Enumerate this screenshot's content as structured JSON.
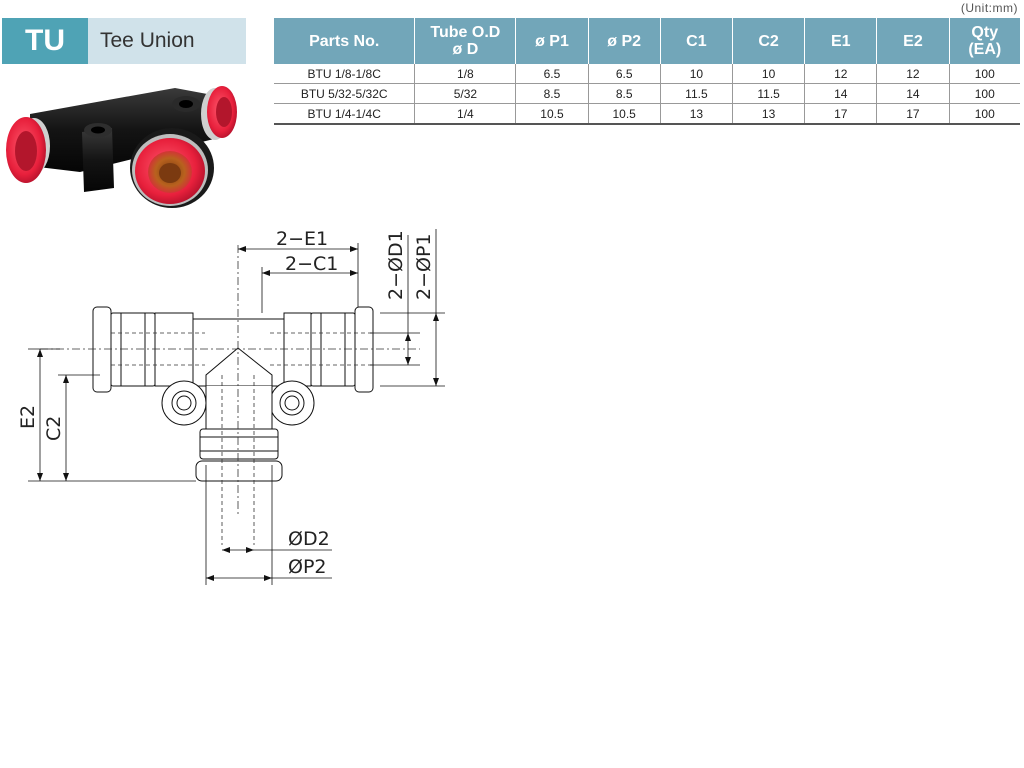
{
  "product": {
    "code": "TU",
    "name": "Tee Union"
  },
  "unit_note": "(Unit:mm)",
  "table": {
    "headers": [
      {
        "line1": "Parts No.",
        "line2": ""
      },
      {
        "line1": "Tube O.D",
        "line2": "ø D"
      },
      {
        "line1": "ø P1",
        "line2": ""
      },
      {
        "line1": "ø P2",
        "line2": ""
      },
      {
        "line1": "C1",
        "line2": ""
      },
      {
        "line1": "C2",
        "line2": ""
      },
      {
        "line1": "E1",
        "line2": ""
      },
      {
        "line1": "E2",
        "line2": ""
      },
      {
        "line1": "Qty",
        "line2": "(EA)"
      }
    ],
    "rows": [
      [
        "BTU 1/8-1/8C",
        "1/8",
        "6.5",
        "6.5",
        "10",
        "10",
        "12",
        "12",
        "100"
      ],
      [
        "BTU 5/32-5/32C",
        "5/32",
        "8.5",
        "8.5",
        "11.5",
        "11.5",
        "14",
        "14",
        "100"
      ],
      [
        "BTU 1/4-1/4C",
        "1/4",
        "10.5",
        "10.5",
        "13",
        "13",
        "17",
        "17",
        "100"
      ]
    ]
  },
  "drawing_labels": {
    "e1": "2−E1",
    "c1": "2−C1",
    "d1": "2−ØD1",
    "p1": "2−ØP1",
    "e2": "E2",
    "c2": "C2",
    "d2": "ØD2",
    "p2": "ØP2"
  },
  "colors": {
    "header_teal": "#72a6b9",
    "code_teal": "#4fa3b5",
    "name_bg": "#d0e2ea",
    "fitting_red": "#e8203c"
  }
}
